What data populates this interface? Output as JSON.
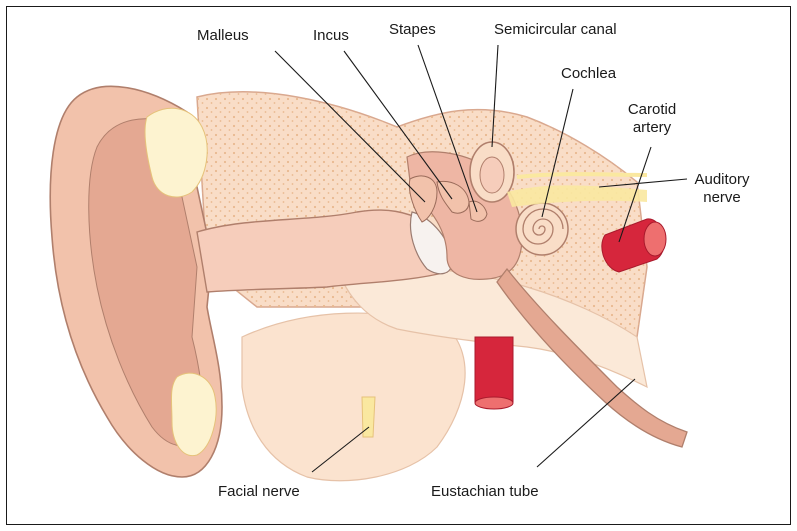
{
  "labels": {
    "malleus": "Malleus",
    "incus": "Incus",
    "stapes": "Stapes",
    "semicircular_canal": "Semicircular canal",
    "cochlea": "Cochlea",
    "carotid_artery_line1": "Carotid",
    "carotid_artery_line2": "artery",
    "auditory_nerve_line1": "Auditory",
    "auditory_nerve_line2": "nerve",
    "facial_nerve": "Facial nerve",
    "eustachian_tube": "Eustachian tube"
  },
  "colors": {
    "skin": "#f2c2ab",
    "skin_dark": "#e4a892",
    "skin_light": "#f9ddd0",
    "bone": "#f9ddc7",
    "bone_dots": "#e8b98f",
    "cartilage": "#fdf3d0",
    "canal": "#f6cdbb",
    "artery": "#d6263c",
    "artery_light": "#ee6f6f",
    "nerve": "#fae8a0",
    "outline": "#b07f6c",
    "leader_line": "#1a1a1a"
  }
}
